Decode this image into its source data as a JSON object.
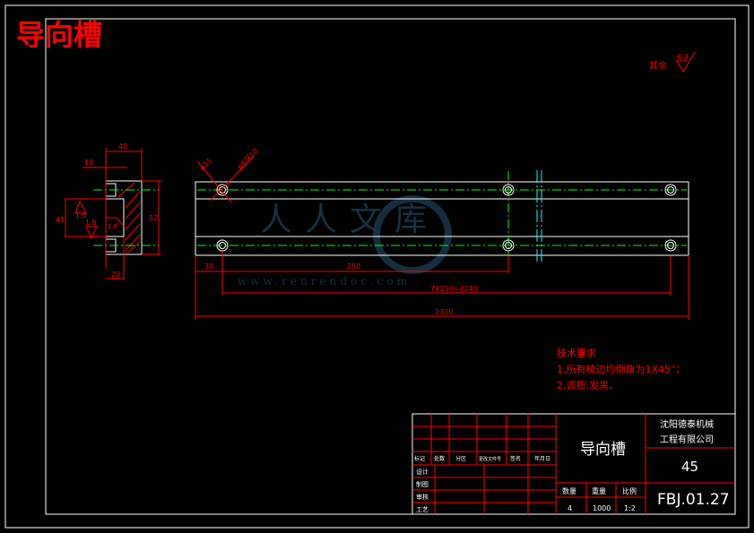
{
  "drawing_title": "导向槽",
  "roughness": {
    "label": "其余",
    "value": "6.3"
  },
  "left_view_dims": {
    "width": "40",
    "slot": "10",
    "height": "52",
    "inner": "20",
    "gap": "41",
    "rough1": "1.6",
    "rough2": "1.6",
    "rough3": "1.6"
  },
  "main_view_dims": {
    "hole1": "φ11",
    "hole2": "φ6深10",
    "offset": "30",
    "pitch": "250",
    "chain": "7X250=2240",
    "total": "2300"
  },
  "tech_notes": {
    "title": "技术要求",
    "lines": [
      "1.所有棱边均倒角为1X45°；",
      "2.调质,发黑。"
    ]
  },
  "title_block": {
    "header": [
      "标记",
      "处数",
      "分区",
      "更改文件号",
      "签名",
      "年月日"
    ],
    "roles": [
      "设计",
      "制图",
      "审核",
      "工艺"
    ],
    "part_name": "导向槽",
    "company_line1": "沈阳德泰机械",
    "company_line2": "工程有限公司",
    "material": "45",
    "qty_label": "数量",
    "weight_label": "重量",
    "scale_label": "比例",
    "qty": "4",
    "weight": "1000",
    "scale": "1:2",
    "drawing_no": "FBJ.01.27"
  },
  "watermark": {
    "logo": "人人文库",
    "url": "www.renrendoc.com"
  }
}
